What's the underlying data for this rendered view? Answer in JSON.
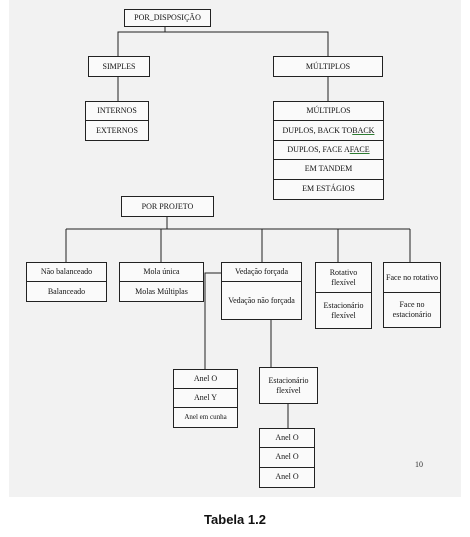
{
  "diagram": {
    "root": "POR_DISPOSIÇÃO",
    "simples": {
      "label": "SIMPLES",
      "items": [
        "INTERNOS",
        "EXTERNOS"
      ]
    },
    "multiplos": {
      "label": "MÚLTIPLOS",
      "items": [
        {
          "text": "MÚLTIPLOS"
        },
        {
          "pre": "DUPLOS, BACK TO ",
          "ul": "BACK"
        },
        {
          "pre": "DUPLOS, FACE A ",
          "ul": "FACE"
        },
        {
          "text": "EM TANDEM"
        },
        {
          "text": "EM ESTÁGIOS"
        }
      ]
    },
    "projeto": {
      "label": "POR PROJETO",
      "groups": [
        [
          "Não balanceado",
          "Balanceado"
        ],
        [
          "Mola única",
          "Molas Múltiplas"
        ],
        [
          "Vedação forçada",
          "Vedação não forçada"
        ],
        [
          "Rotativo flexível",
          "Estacionário flexível"
        ],
        [
          "Face no rotativo",
          "Face no estacionário"
        ]
      ]
    },
    "anel_group": [
      "Anel O",
      "Anel Y",
      "Anel em cunha"
    ],
    "estacionario": "Estacionário flexível",
    "anel_o_group": [
      "Anel O",
      "Anel O",
      "Anel O"
    ]
  },
  "page_number": "10",
  "caption": "Tabela 1.2"
}
